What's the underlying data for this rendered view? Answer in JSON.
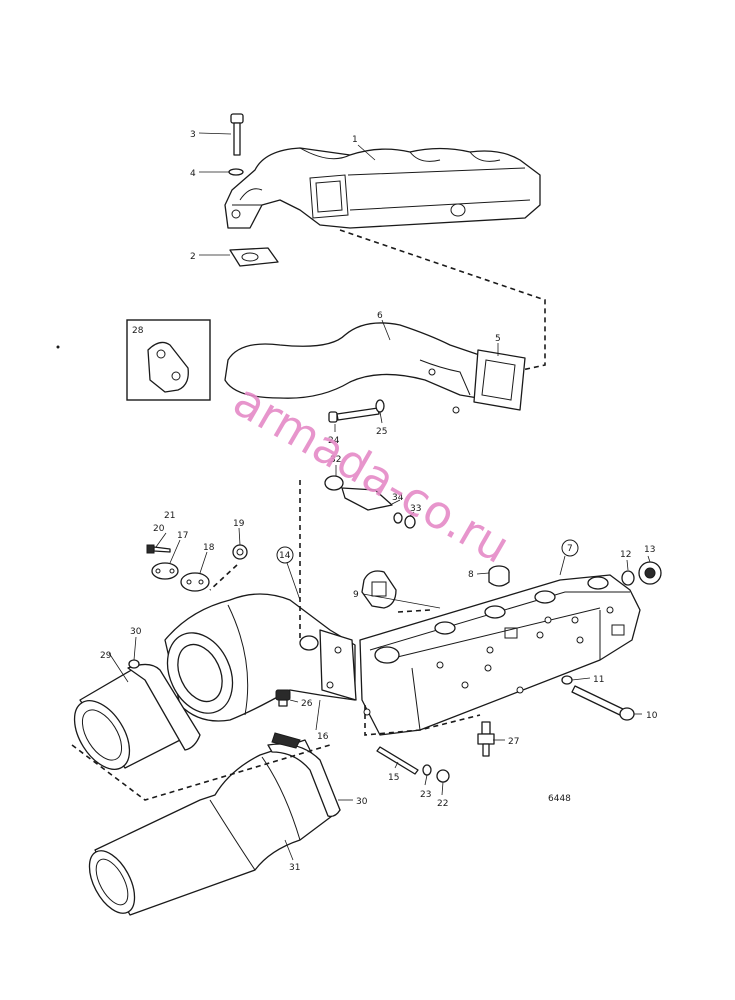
{
  "watermark": "armada-co.ru",
  "drawing_number": "6448",
  "inset_label": "28",
  "callouts": {
    "c1": "1",
    "c2": "2",
    "c3": "3",
    "c4": "4",
    "c5": "5",
    "c6": "6",
    "c7": "7",
    "c8": "8",
    "c9": "9",
    "c10": "10",
    "c11": "11",
    "c12": "12",
    "c13": "13",
    "c14": "14",
    "c15": "15",
    "c16": "16",
    "c17": "17",
    "c18": "18",
    "c19": "19",
    "c20": "20",
    "c21": "21",
    "c22": "22",
    "c23": "23",
    "c24": "24",
    "c25": "25",
    "c26": "26",
    "c27": "27",
    "c29": "29",
    "c30a": "30",
    "c30b": "30",
    "c31": "31",
    "c32": "32",
    "c33": "33",
    "c34": "34"
  }
}
